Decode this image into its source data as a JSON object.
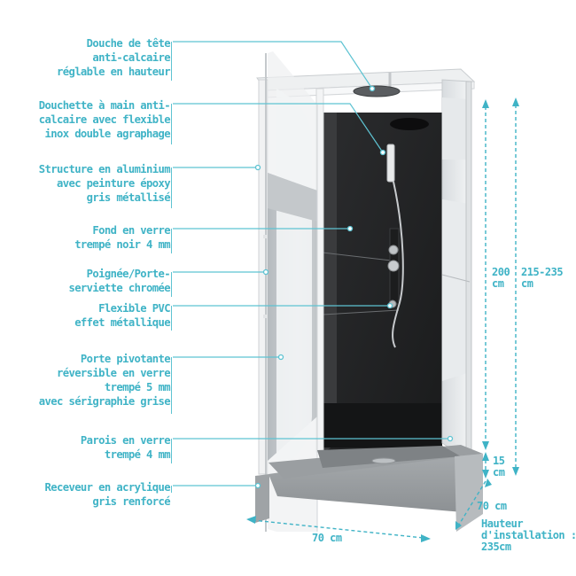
{
  "accent_color": "#3fb3c6",
  "callouts": [
    {
      "id": "douche-tete",
      "lines": [
        "Douche de tête",
        "anti-calcaire",
        "réglable en hauteur"
      ]
    },
    {
      "id": "douchette",
      "lines": [
        "Douchette à main anti-",
        "calcaire avec flexible",
        "inox double agraphage"
      ]
    },
    {
      "id": "structure",
      "lines": [
        "Structure en aluminium",
        "avec peinture époxy",
        "gris métallisé"
      ]
    },
    {
      "id": "fond",
      "lines": [
        "Fond en verre",
        "trempé noir 4 mm"
      ]
    },
    {
      "id": "poignee",
      "lines": [
        "Poignée/Porte-",
        "serviette chromée"
      ]
    },
    {
      "id": "flexible",
      "lines": [
        "Flexible PVC",
        "effet métallique"
      ]
    },
    {
      "id": "porte",
      "lines": [
        "Porte pivotante",
        "réversible en verre",
        "trempé 5 mm",
        "avec sérigraphie grise"
      ]
    },
    {
      "id": "parois",
      "lines": [
        "Parois en verre",
        "trempé 4 mm"
      ]
    },
    {
      "id": "receveur",
      "lines": [
        "Receveur en acrylique",
        "gris renforcé"
      ]
    }
  ],
  "dimensions": {
    "height_cabin": {
      "value": "200",
      "unit": "cm"
    },
    "height_total": {
      "value": "215-235",
      "unit": "cm"
    },
    "tray_height": {
      "value": "15",
      "unit": "cm"
    },
    "depth": "70 cm",
    "width": "70 cm",
    "install_height": [
      "Hauteur",
      "d'installation :",
      "235cm"
    ]
  }
}
